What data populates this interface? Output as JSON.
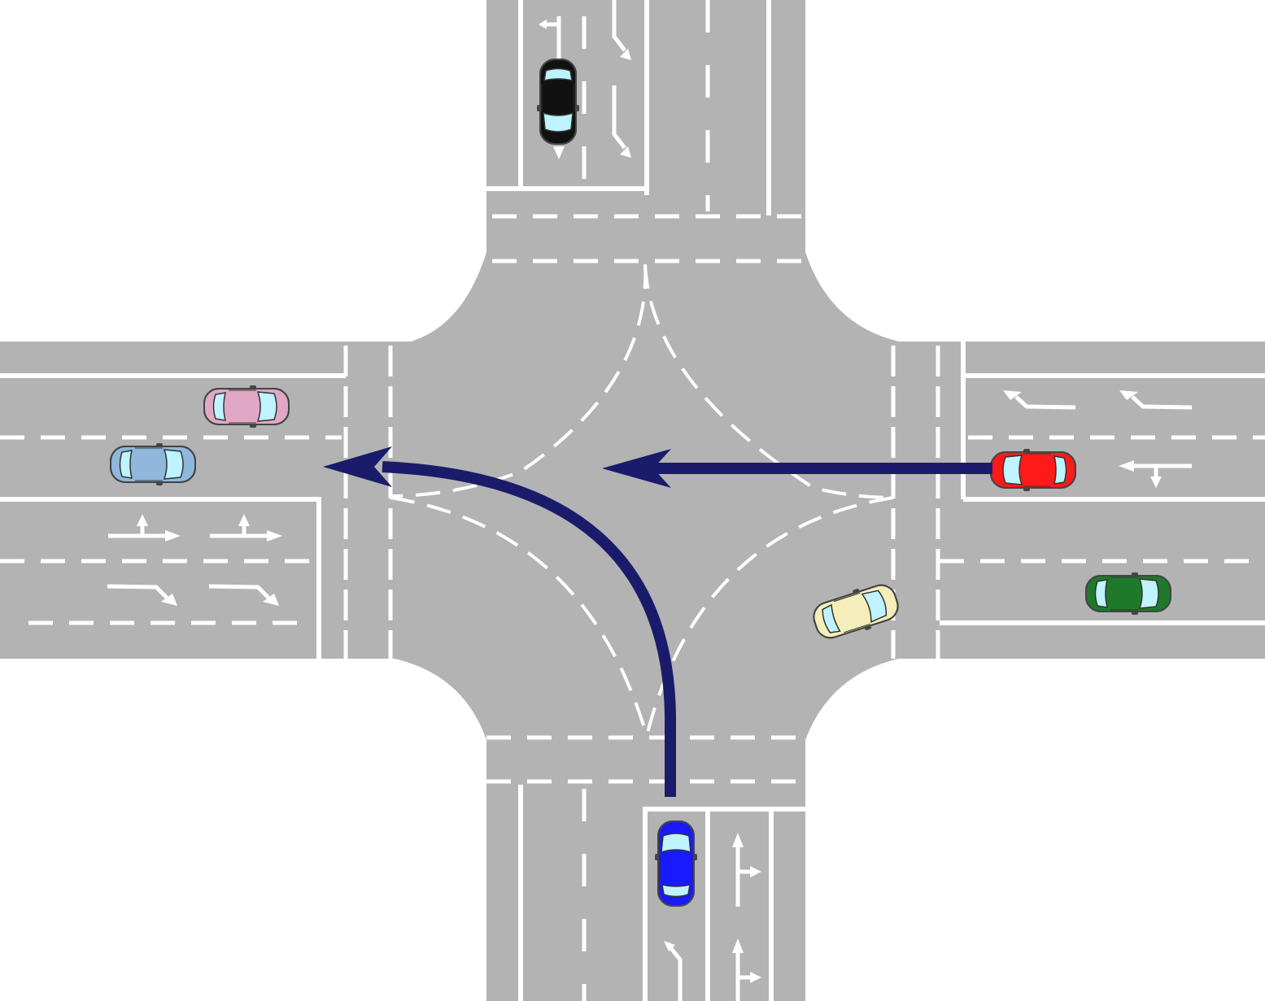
{
  "colors": {
    "road": "#b3b3b3",
    "marking": "#ffffff",
    "background": "#ffffff",
    "path_arrow": "#1b1b6b"
  },
  "vehicles": [
    {
      "id": "car-black",
      "color": "#111111",
      "heading": "south"
    },
    {
      "id": "car-pink",
      "color": "#e0a8c4",
      "heading": "east"
    },
    {
      "id": "car-light-blue",
      "color": "#8fb8dc",
      "heading": "east"
    },
    {
      "id": "car-red",
      "color": "#ff1a1a",
      "heading": "west"
    },
    {
      "id": "car-green",
      "color": "#1e7a2a",
      "heading": "east"
    },
    {
      "id": "car-cream",
      "color": "#f5eebb",
      "heading": "northeast"
    },
    {
      "id": "car-blue",
      "color": "#1a1aff",
      "heading": "north"
    }
  ],
  "paths": [
    {
      "id": "path-blue-car-left-turn",
      "from": "car-blue",
      "maneuver": "left turn"
    },
    {
      "id": "path-red-car-straight",
      "from": "car-red",
      "maneuver": "straight"
    }
  ],
  "lane_arrows": {
    "north_approach": [
      "straight-left",
      "right",
      "right"
    ],
    "south_approach": [
      "left",
      "straight-right",
      "straight-right"
    ],
    "west_approach": [
      "straight-right",
      "straight-right",
      "right",
      "right"
    ],
    "east_approach": [
      "left",
      "left",
      "straight-right"
    ]
  }
}
